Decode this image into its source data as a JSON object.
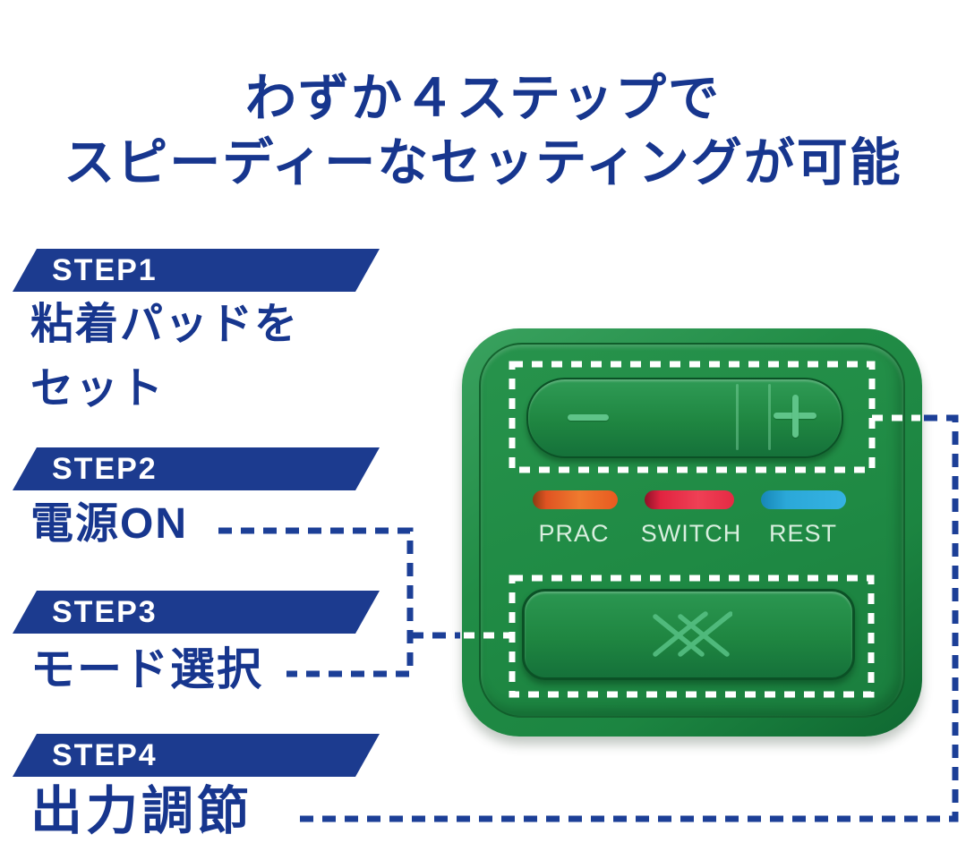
{
  "title": {
    "line1": "わずか４ステップで",
    "line2": "スピーディーなセッティングが可能"
  },
  "steps": [
    {
      "badge": "STEP1",
      "lines": [
        "粘着パッドを",
        "セット"
      ]
    },
    {
      "badge": "STEP2",
      "lines": [
        "電源ON"
      ]
    },
    {
      "badge": "STEP3",
      "lines": [
        "モード選択"
      ]
    },
    {
      "badge": "STEP4",
      "lines": [
        "出力調節"
      ]
    }
  ],
  "device": {
    "icons": {
      "minus_icon": "−",
      "plus_icon": "+",
      "brand_logo_icon": "double-x-emboss"
    },
    "indicators": [
      {
        "label": "PRAC",
        "color": "#ed6b2b"
      },
      {
        "label": "SWITCH",
        "color": "#e93a4f"
      },
      {
        "label": "REST",
        "color": "#2aa7d7"
      }
    ]
  },
  "colors": {
    "navy_text": "#17368e",
    "banner_blue": "#1c3b8f",
    "dash_blue": "#1c3f97",
    "dash_white": "#ffffff",
    "device_green": "#1f8a44",
    "badge_text": "#ffffff",
    "indicator_label": "#d9efdf"
  }
}
